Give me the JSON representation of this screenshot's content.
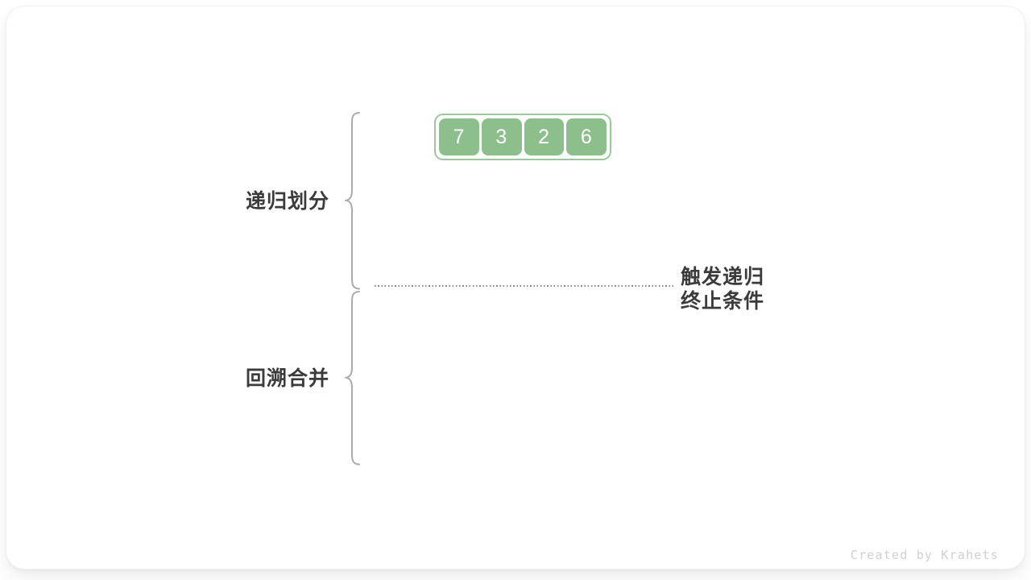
{
  "diagram": {
    "title": "merge-sort-recursion-phases",
    "watermark": "Created by Krahets",
    "array": {
      "values": [
        "7",
        "3",
        "2",
        "6"
      ],
      "cell_color": "#8cbf8c",
      "border_color": "#9dc69d",
      "text_color": "#ffffff"
    },
    "phases": [
      {
        "label": "递归划分",
        "brace_color": "#aaaaaa"
      },
      {
        "label": "回溯合并",
        "brace_color": "#aaaaaa"
      }
    ],
    "divider": {
      "style": "dotted",
      "color": "#8a8a8a",
      "annotation_line_1": "触发递归",
      "annotation_line_2": "终止条件"
    },
    "text_color": "#3b3b3b",
    "background": "#ffffff"
  }
}
